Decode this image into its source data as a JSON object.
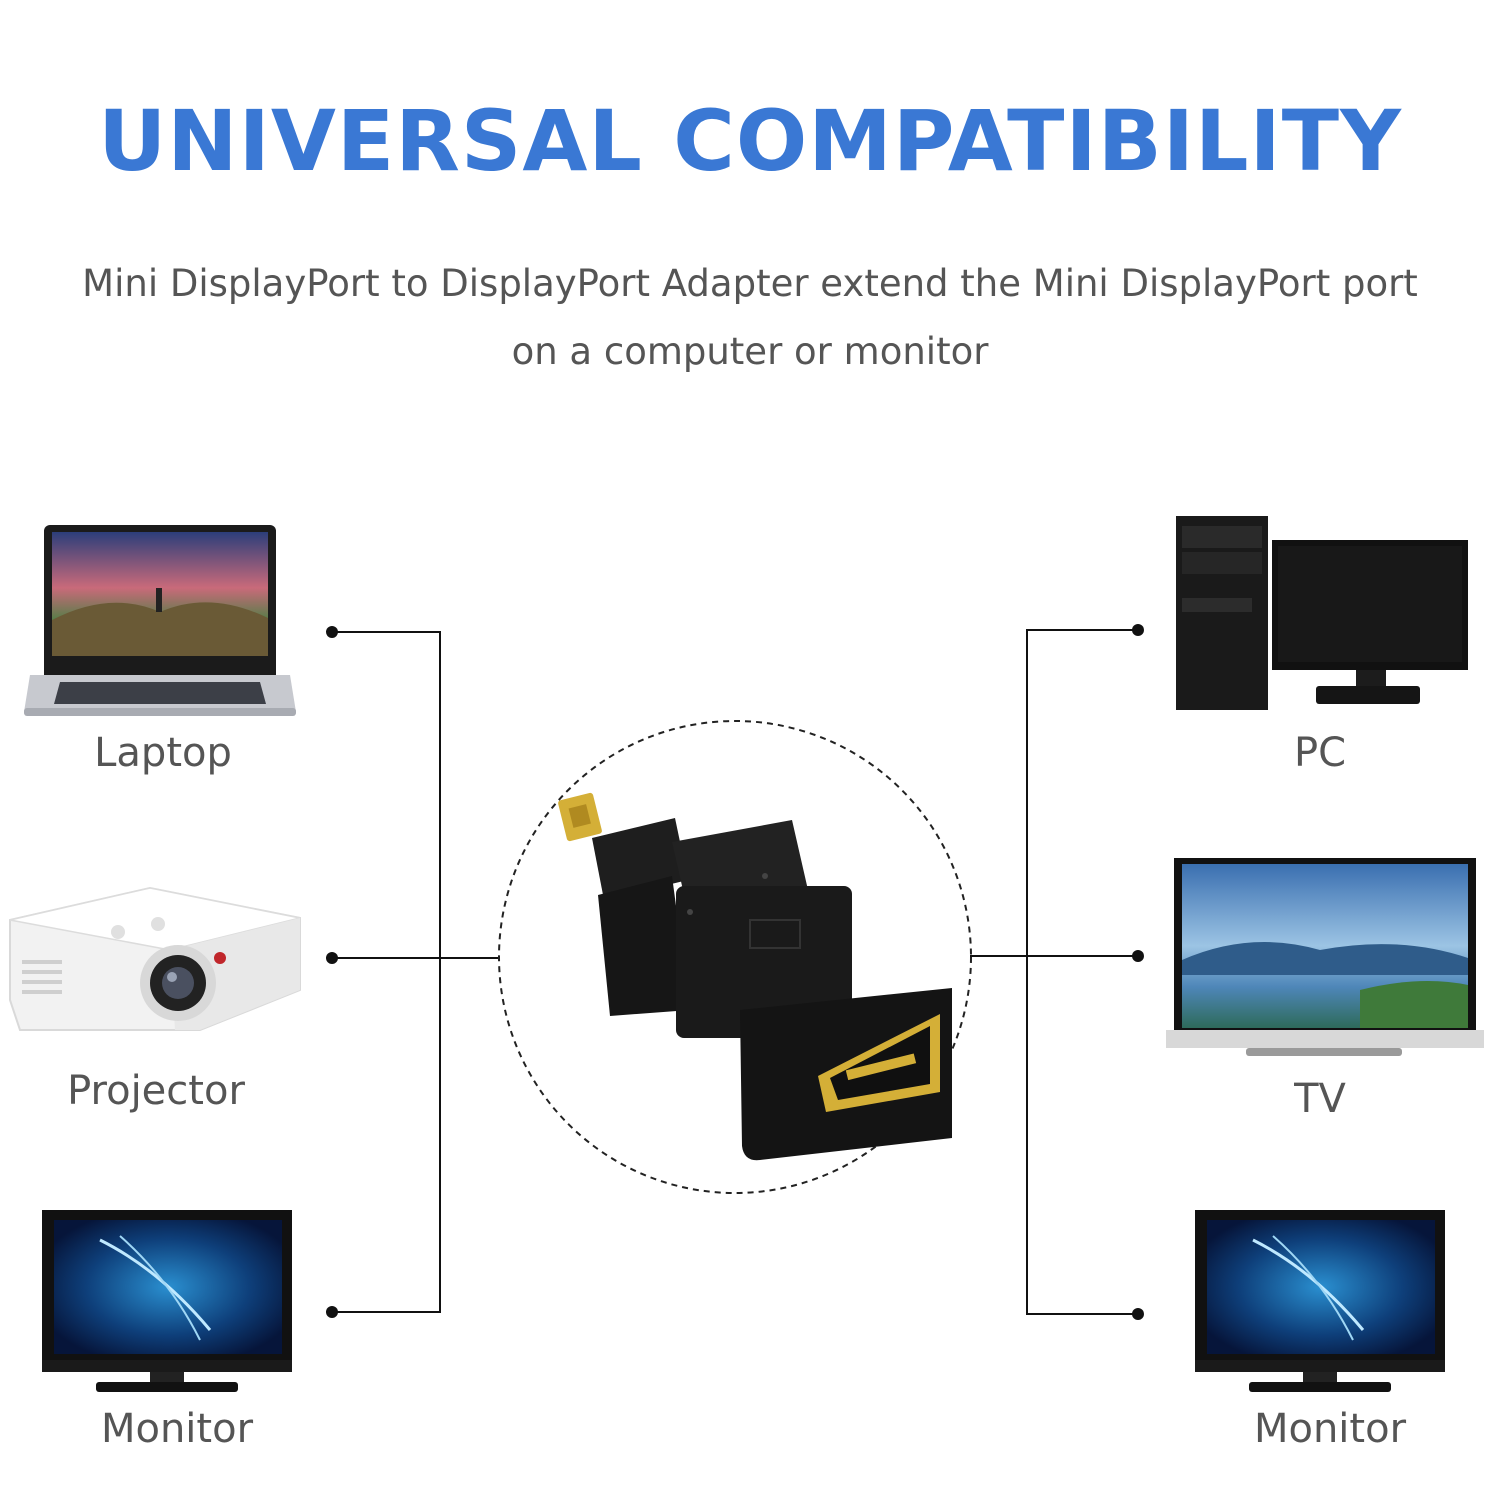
{
  "header": {
    "title": "UNIVERSAL COMPATIBILITY",
    "subtitle_line1": "Mini DisplayPort to DisplayPort Adapter extend the Mini DisplayPort port",
    "subtitle_line2": "on a computer or monitor"
  },
  "devices": {
    "left": [
      {
        "label": "Laptop",
        "icon": "laptop-icon"
      },
      {
        "label": "Projector",
        "icon": "projector-icon"
      },
      {
        "label": "Monitor",
        "icon": "monitor-icon"
      }
    ],
    "right": [
      {
        "label": "PC",
        "icon": "desktop-pc-icon"
      },
      {
        "label": "TV",
        "icon": "tv-icon"
      },
      {
        "label": "Monitor",
        "icon": "monitor-icon"
      }
    ]
  },
  "colors": {
    "title": "#3a78d4",
    "text": "#555555",
    "lines": "#111111",
    "adapter": "#1a1a1a",
    "gold": "#d4af37"
  }
}
